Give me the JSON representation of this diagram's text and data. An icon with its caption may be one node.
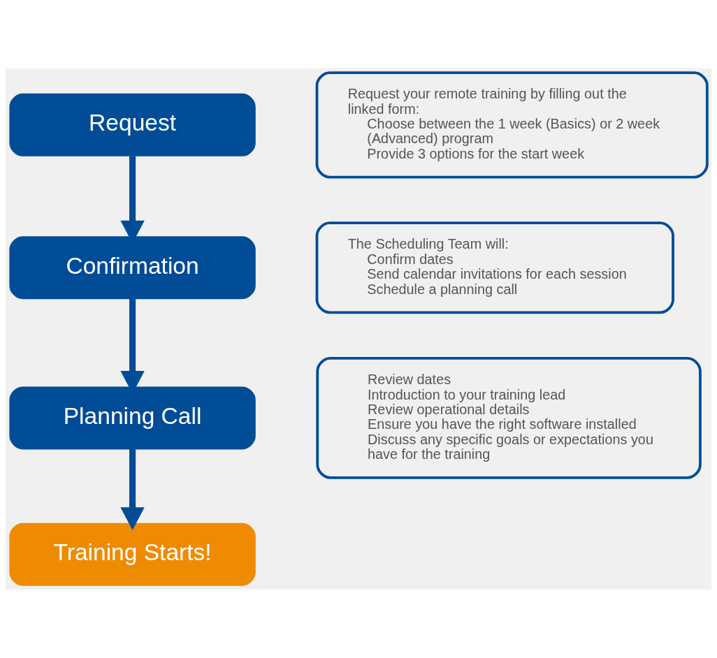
{
  "diagram": {
    "nodes": [
      {
        "text": [
          "Request"
        ]
      },
      {
        "text": [
          "Confirmation"
        ]
      },
      {
        "text": [
          "Planning Call"
        ]
      },
      {
        "text": [
          "Training Starts!"
        ]
      },
      {
        "text": [
          "Request your remote training by filling out the linked form:",
          "Choose between the 1 week (Basics) or 2 week (Advanced) program",
          "Provide 3 options for the start week"
        ]
      },
      {
        "text": [
          "The Scheduling Team will:",
          "Confirm dates",
          "Send calendar invitations for each session",
          "Schedule a planning call"
        ]
      },
      {
        "text": [
          "Review dates",
          "Introduction to your training lead",
          "Review operational details",
          "Ensure you have the right software installed",
          "Discuss any specific goals or expectations you have for the training"
        ]
      }
    ],
    "edges": [
      {
        "from": 0,
        "to": 1,
        "arrow": "to"
      },
      {
        "from": 1,
        "to": 2,
        "arrow": "to"
      },
      {
        "from": 2,
        "to": 3,
        "arrow": "to"
      }
    ]
  }
}
